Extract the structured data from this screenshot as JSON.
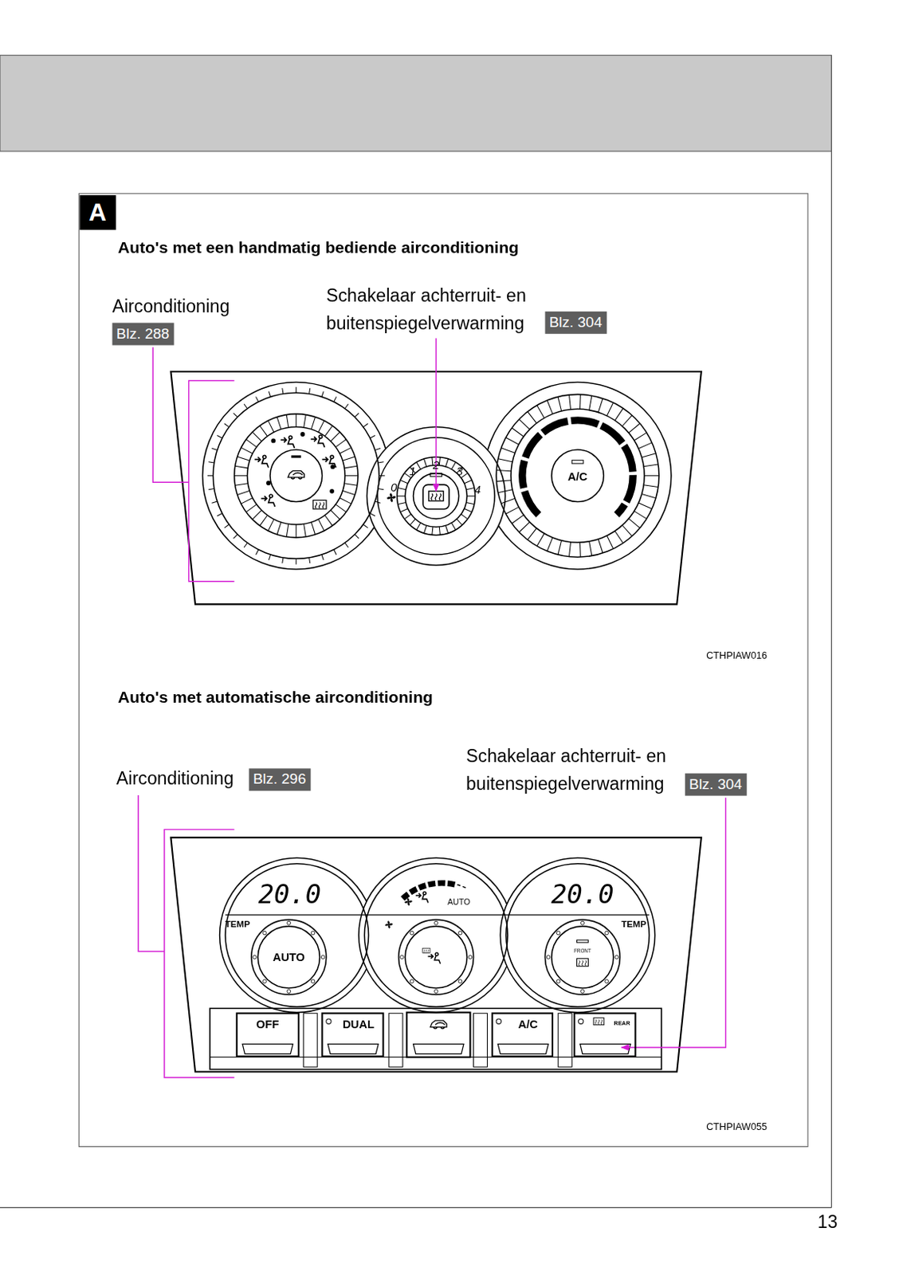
{
  "diagram": {
    "nodes": [
      {
        "text": [
          "A"
        ]
      },
      {
        "text": [
          "Blz. 288"
        ]
      },
      {
        "text": [
          "Blz. 304"
        ]
      },
      {
        "text": [
          "Blz. 296"
        ]
      },
      {
        "text": [
          "Blz. 304"
        ]
      },
      {
        "text": [
          "OFF"
        ]
      },
      {
        "text": [
          "DUAL"
        ]
      },
      {
        "text": [
          "A/C"
        ]
      },
      {
        "text": [
          "REAR"
        ]
      }
    ],
    "labels": [
      "Auto's met een handmatig bediende airconditioning",
      "Airconditioning",
      "Schakelaar achterruit- en buitenspiegelverwarming",
      "A/C",
      "0",
      "1",
      "2",
      "3",
      "4",
      "CTHPIAW016",
      "Auto's met automatische airconditioning",
      "Schakelaar achterruit- en buitenspiegelverwarming",
      "Airconditioning",
      "20.0",
      "TEMP",
      "AUTO",
      "20.0",
      "AUTO",
      "TEMP",
      "FRONT",
      "CTHPIAW055",
      "13"
    ]
  }
}
